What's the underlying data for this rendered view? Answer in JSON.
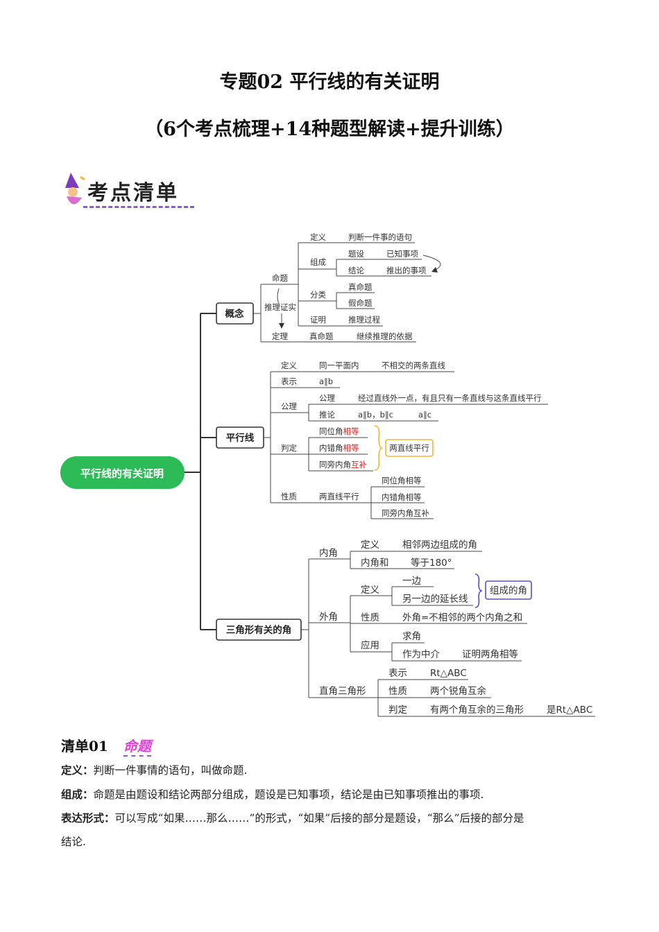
{
  "header": {
    "title": "专题02  平行线的有关证明",
    "subtitle": "（6个考点梳理+14种题型解读+提升训练）"
  },
  "banner": {
    "text": "考点清单"
  },
  "mindmap": {
    "root": "平行线的有关证明",
    "concept": {
      "label": "概念",
      "proposition": "命题",
      "reasoning": "推理证实",
      "def_label": "定义",
      "def_value": "判断一件事的语句",
      "comp_label": "组成",
      "hyp_label": "题设",
      "hyp_value": "已知事项",
      "concl_label": "结论",
      "concl_value": "推出的事项",
      "class_label": "分类",
      "true_prop": "真命题",
      "false_prop": "假命题",
      "proof_label": "证明",
      "proof_value": "推理过程",
      "theorem_label": "定理",
      "theorem_true": "真命题",
      "theorem_value": "继续推理的依据"
    },
    "parallel": {
      "label": "平行线",
      "def_label": "定义",
      "def_a": "同一平面内",
      "def_b": "不相交的两条直线",
      "notation_label": "表示",
      "notation_value": "a∥b",
      "axiom_group": "公理",
      "axiom_label": "公理",
      "axiom_value": "经过直线外一点，有且只有一条直线与这条直线平行",
      "corollary_label": "推论",
      "corollary_a": "a∥b，b∥c",
      "corollary_b": "a∥c",
      "judge_label": "判定",
      "judge_1a": "同位角",
      "judge_1b": "相等",
      "judge_2a": "内错角",
      "judge_2b": "相等",
      "judge_3a": "同旁内角",
      "judge_3b": "互补",
      "judge_result": "两直线平行",
      "prop_label": "性质",
      "prop_value": "两直线平行",
      "prop_1": "同位角相等",
      "prop_2": "内错角相等",
      "prop_3": "同旁内角互补"
    },
    "triangle": {
      "label": "三角形有关的角",
      "interior_label": "内角",
      "int_def_label": "定义",
      "int_def_value": "相邻两边组成的角",
      "int_sum_label": "内角和",
      "int_sum_value": "等于180°",
      "exterior_label": "外角",
      "ext_def_label": "定义",
      "ext_side1": "一边",
      "ext_side2": "另一边的延长线",
      "ext_result": "组成的角",
      "ext_prop_label": "性质",
      "ext_prop_value": "外角=不相邻的两个内角之和",
      "ext_app_label": "应用",
      "ext_app_1": "求角",
      "ext_app_2": "作为中介",
      "ext_app_2b": "证明两角相等",
      "right_label": "直角三角形",
      "right_not_label": "表示",
      "right_not_value": "Rt△ABC",
      "right_prop_label": "性质",
      "right_prop_value": "两个锐角互余",
      "right_judge_label": "判定",
      "right_judge_value": "有两个角互余的三角形",
      "right_judge_result": "是Rt△ABC"
    }
  },
  "section": {
    "prefix": "清单01",
    "topic": "命题",
    "def_label": "定义：",
    "def_text": "判断一件事情的语句，叫做命题.",
    "comp_label": "组成：",
    "comp_text": "命题是由题设和结论两部分组成，题设是已知事项，结论是由已知事项推出的事项.",
    "form_label": "表达形式：",
    "form_text": "可以写成“如果……那么……”的形式，“如果”后接的部分是题设，“那么”后接的部分是",
    "form_text2": "结论."
  },
  "colors": {
    "root_green": "#2dbb57",
    "highlight_red": "#e02020",
    "result_box_border": "#f2b733",
    "result_box_border2": "#5a4ccf",
    "topic_magenta": "#e23fd8"
  }
}
